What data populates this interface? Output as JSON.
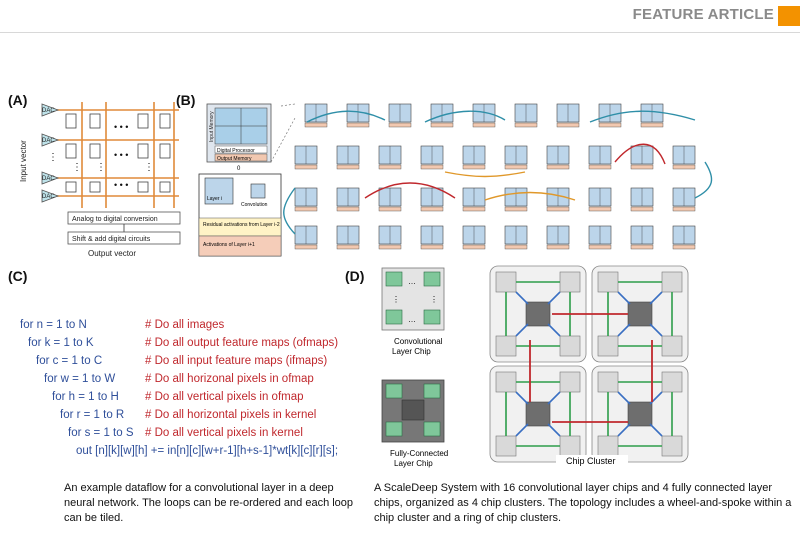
{
  "header": {
    "title": "FEATURE ARTICLE",
    "accent_color": "#f39200"
  },
  "panel_a": {
    "label": "(A)",
    "dac": "DAC",
    "ellipsis": "• • •",
    "input_vector": "Input vector",
    "adc_box": "Analog to digital conversion",
    "shift_box": "Shift & add digital circuits",
    "output_vector": "Output vector"
  },
  "panel_b": {
    "label": "(B)",
    "input_memory": "Input Memory",
    "digital_processor": "Digital Processor",
    "output_memory": "Output Memory",
    "zero": "0",
    "layer_i": "Layer i",
    "convolution": "Convolution",
    "residual": "Residual activations from Layer i-2",
    "activations": "Activations of Layer i+1"
  },
  "panel_c": {
    "label": "(C)",
    "loops": [
      {
        "stmt": "for n = 1 to N",
        "comment": "# Do all images"
      },
      {
        "stmt": "for k = 1 to K",
        "comment": "# Do all output feature maps (ofmaps)"
      },
      {
        "stmt": "for c = 1 to C",
        "comment": "# Do all input feature maps (ifmaps)"
      },
      {
        "stmt": "for w = 1 to W",
        "comment": "# Do all horizonal pixels in ofmap"
      },
      {
        "stmt": "for h = 1 to H",
        "comment": "# Do all vertical pixels in ofmap"
      },
      {
        "stmt": "for r = 1 to R",
        "comment": "# Do all horizontal pixels in kernel"
      },
      {
        "stmt": "for s = 1 to S",
        "comment": "# Do all vertical pixels in kernel"
      }
    ],
    "final": "out [n][k][w][h] += in[n][c][w+r-1][h+s-1]*wt[k][c][r][s];",
    "caption": "An example dataflow for a convolutional layer in a deep neural network. The loops can be re-ordered and each loop can be tiled."
  },
  "panel_d": {
    "label": "(D)",
    "conv_chip": "Convolutional Layer Chip",
    "fc_chip": "Fully-Connected Layer Chip",
    "cluster": "Chip Cluster",
    "caption": "A ScaleDeep System with 16 convolutional layer chips and 4 fully connected layer chips, organized as 4 chip clusters. The topology includes a wheel-and-spoke within a chip cluster and a ring of chip clusters."
  }
}
